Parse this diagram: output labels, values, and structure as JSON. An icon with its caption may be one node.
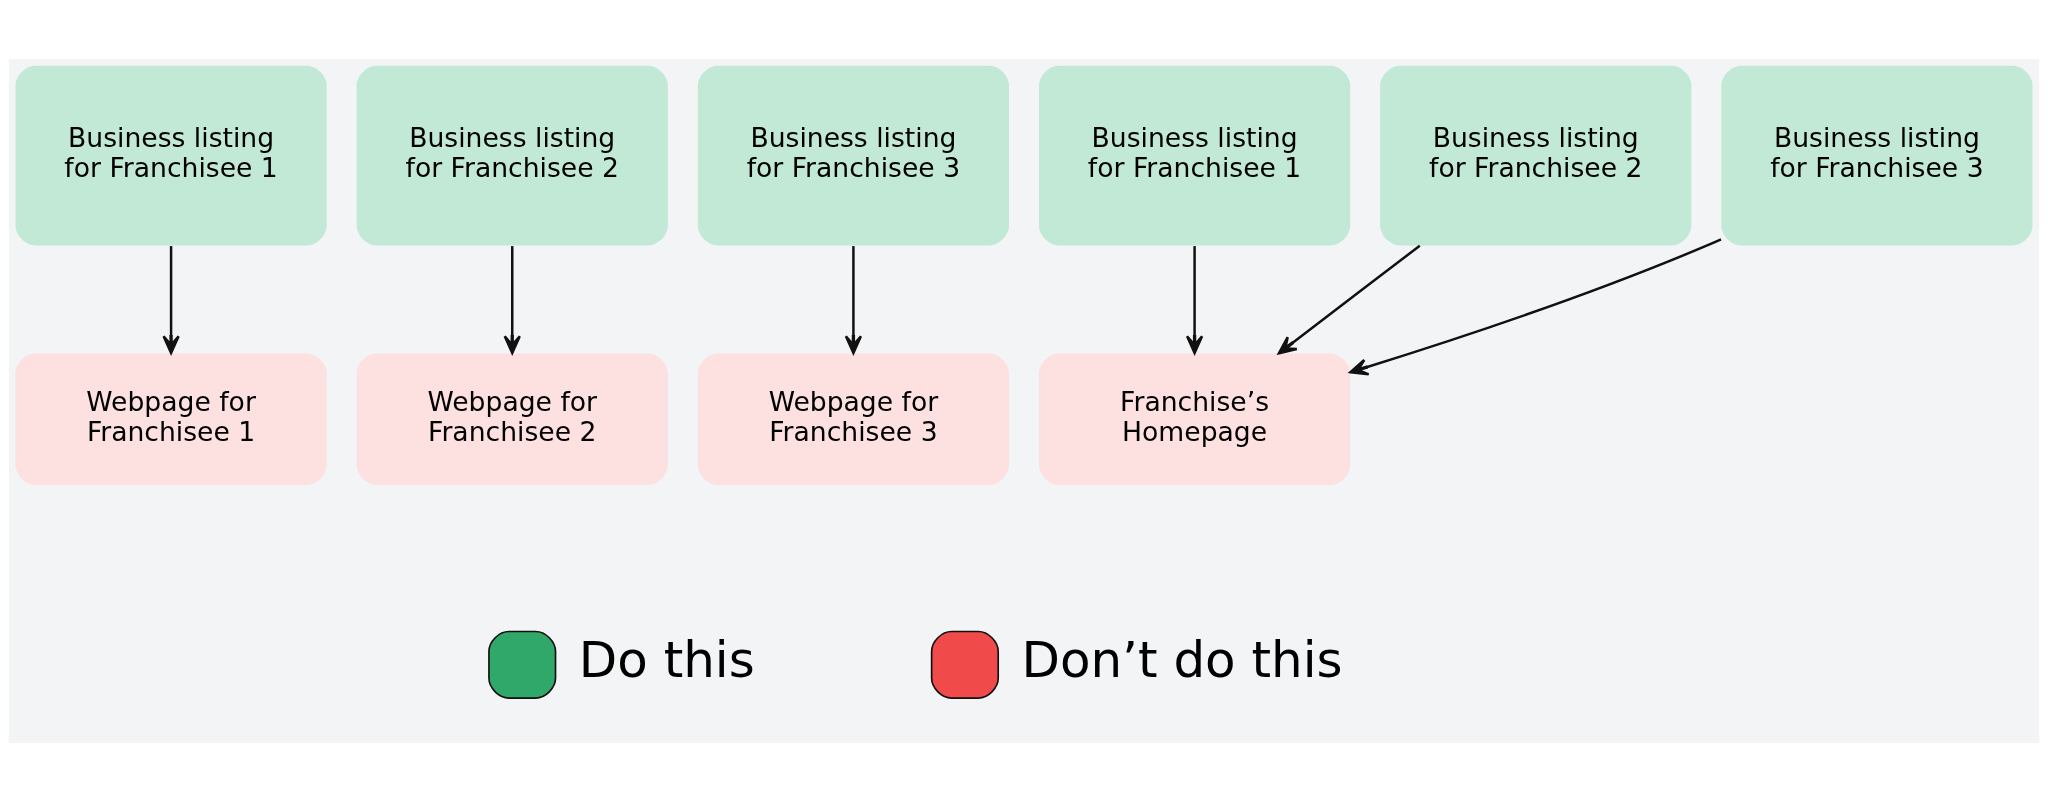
{
  "diagram": {
    "nodes": [
      {
        "text": [
          "Business listing for Franchisee 1"
        ]
      },
      {
        "text": [
          "Business listing for Franchisee 2"
        ]
      },
      {
        "text": [
          "Business listing for Franchisee 3"
        ]
      },
      {
        "text": [
          "Webpage for Franchisee 1"
        ]
      },
      {
        "text": [
          "Webpage for Franchisee 2"
        ]
      },
      {
        "text": [
          "Webpage for Franchisee 3"
        ]
      },
      {
        "text": [
          "Business listing for Franchisee 1"
        ]
      },
      {
        "text": [
          "Business listing for Franchisee 2"
        ]
      },
      {
        "text": [
          "Business listing for Franchisee 3"
        ]
      },
      {
        "text": [
          "Franchise’s Homepage"
        ]
      }
    ],
    "edges": [
      {
        "from": 0,
        "to": 3,
        "arrow": "to"
      },
      {
        "from": 1,
        "to": 4,
        "arrow": "to"
      },
      {
        "from": 2,
        "to": 5,
        "arrow": "to"
      },
      {
        "from": 6,
        "to": 9,
        "arrow": "to"
      },
      {
        "from": 7,
        "to": 9,
        "arrow": "to"
      },
      {
        "from": 8,
        "to": 9,
        "arrow": "to"
      }
    ],
    "labels": [
      "Do this",
      "Don’t do this"
    ]
  }
}
